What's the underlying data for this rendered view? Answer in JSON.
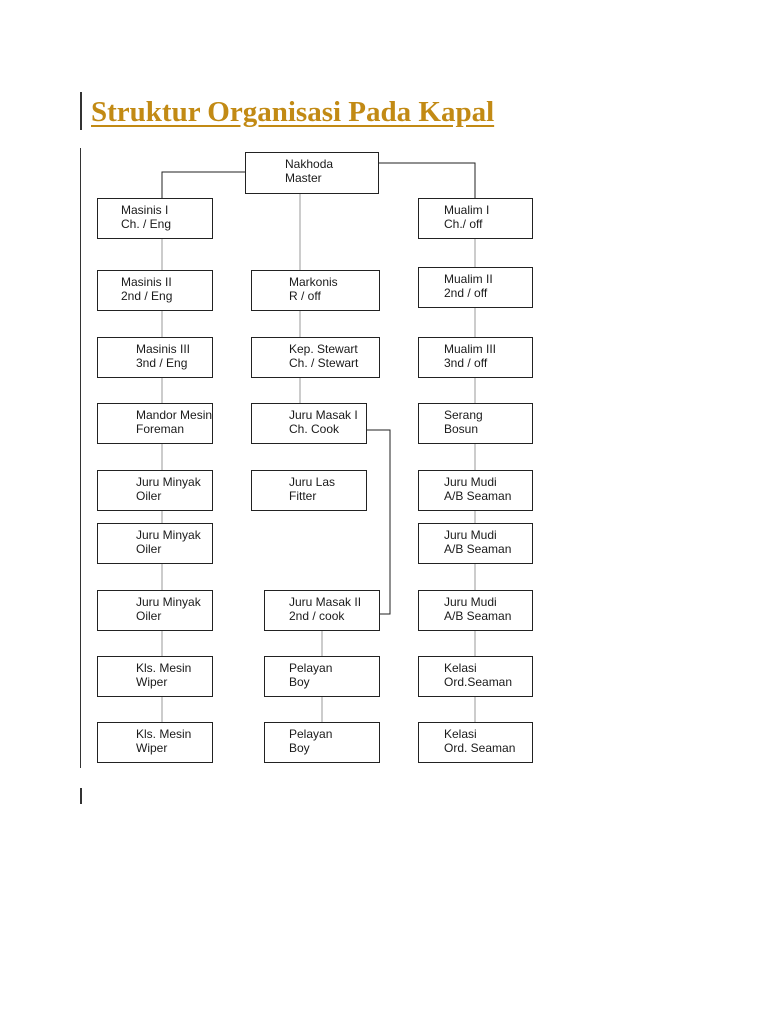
{
  "page": {
    "title": "Struktur Organisasi Pada Kapal"
  },
  "colors": {
    "title": "#c28a14",
    "box_border": "#222222",
    "connector": "#9a9a9a"
  },
  "org_chart": {
    "root": {
      "id": "nakhoda",
      "line1": "Nakhoda",
      "line2": "Master"
    },
    "columns": [
      {
        "id": "engine",
        "nodes": [
          {
            "id": "masinis-1",
            "line1": "Masinis  I",
            "line2": "Ch. / Eng"
          },
          {
            "id": "masinis-2",
            "line1": "Masinis II",
            "line2": "2nd / Eng"
          },
          {
            "id": "masinis-3",
            "line1": "Masinis III",
            "line2": "3nd / Eng"
          },
          {
            "id": "mandor-mesin",
            "line1": "Mandor Mesin",
            "line2": "Foreman"
          },
          {
            "id": "juru-minyak-1",
            "line1": "Juru Minyak",
            "line2": "Oiler"
          },
          {
            "id": "juru-minyak-2",
            "line1": "Juru Minyak",
            "line2": "Oiler"
          },
          {
            "id": "juru-minyak-3",
            "line1": "Juru Minyak",
            "line2": "Oiler"
          },
          {
            "id": "kls-mesin-1",
            "line1": "Kls. Mesin",
            "line2": "Wiper"
          },
          {
            "id": "kls-mesin-2",
            "line1": "Kls. Mesin",
            "line2": "Wiper"
          }
        ]
      },
      {
        "id": "center",
        "nodes": [
          {
            "id": "markonis",
            "line1": "Markonis",
            "line2": "R / off"
          },
          {
            "id": "kep-stewart",
            "line1": "Kep. Stewart",
            "line2": "Ch. / Stewart"
          },
          {
            "id": "juru-masak-1",
            "line1": "Juru Masak I",
            "line2": "Ch. Cook"
          },
          {
            "id": "juru-las",
            "line1": "Juru Las",
            "line2": "Fitter"
          },
          {
            "id": "juru-masak-2",
            "line1": "Juru Masak II",
            "line2": "2nd / cook"
          },
          {
            "id": "pelayan-1",
            "line1": "Pelayan",
            "line2": "Boy"
          },
          {
            "id": "pelayan-2",
            "line1": "Pelayan",
            "line2": "Boy"
          }
        ]
      },
      {
        "id": "deck",
        "nodes": [
          {
            "id": "mualim-1",
            "line1": "Mualim I",
            "line2": "Ch./ off"
          },
          {
            "id": "mualim-2",
            "line1": "Mualim II",
            "line2": "2nd / off"
          },
          {
            "id": "mualim-3",
            "line1": "Mualim III",
            "line2": "3nd / off"
          },
          {
            "id": "serang",
            "line1": "Serang",
            "line2": "Bosun"
          },
          {
            "id": "juru-mudi-1",
            "line1": "Juru Mudi",
            "line2": "A/B Seaman"
          },
          {
            "id": "juru-mudi-2",
            "line1": "Juru Mudi",
            "line2": "A/B Seaman"
          },
          {
            "id": "juru-mudi-3",
            "line1": "Juru Mudi",
            "line2": "A/B Seaman"
          },
          {
            "id": "kelasi-1",
            "line1": "Kelasi",
            "line2": "Ord.Seaman"
          },
          {
            "id": "kelasi-2",
            "line1": "Kelasi",
            "line2": "Ord. Seaman"
          }
        ]
      }
    ]
  }
}
